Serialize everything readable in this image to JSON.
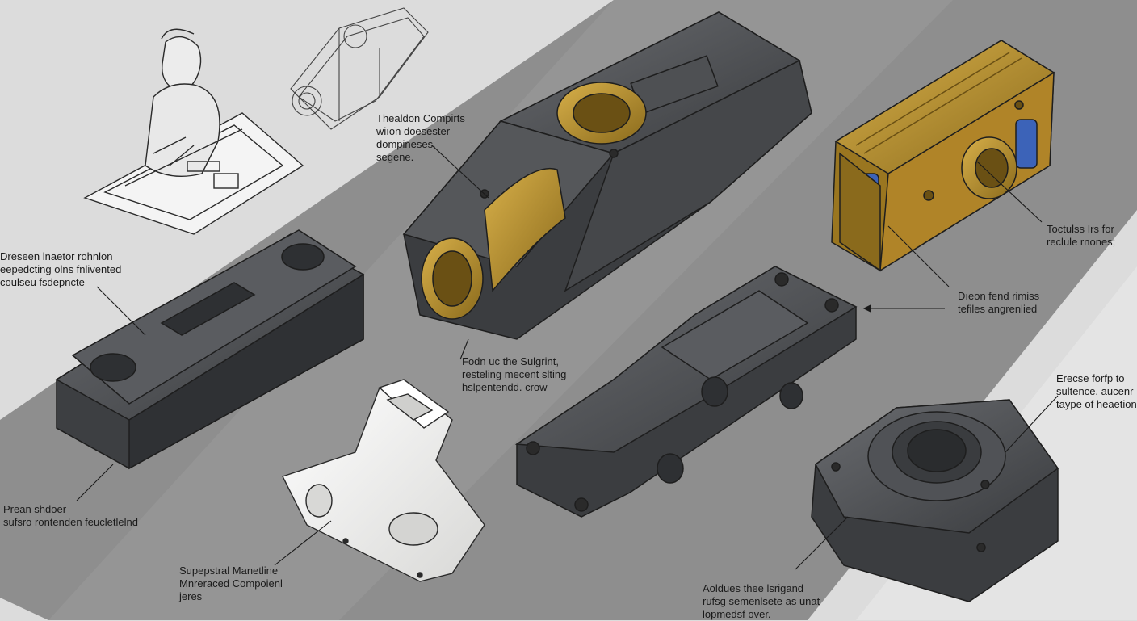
{
  "callouts": {
    "top_center": [
      "Thealdon Compirts",
      "wiıon doesester",
      "dompineses.",
      "segene."
    ],
    "left_upper": [
      "Dreseen lnaetor rohnlon",
      "eepedcting olns fnlivented",
      "coulseu fsdepncte"
    ],
    "right_top": [
      "Toctulss Irs for",
      "reclule rnones;"
    ],
    "right_mid": [
      "Dıeon fend rimiss",
      "tefiles angrenlied"
    ],
    "center_mid": [
      "Fodn uc the Sulgrint,",
      "resteling mecent slting",
      "hslpentendd. crow"
    ],
    "right_lower": [
      "Erecse forfp to",
      "sultence. aucenr",
      "taype of heaetion"
    ],
    "left_lower": [
      "Prean shdoer",
      "sufsro rontenden feucletlelnd"
    ],
    "bottom_center": [
      "Supepstral Manetline",
      "Mnreraced Compoienl",
      "jeres"
    ],
    "bottom_right": [
      "Aoldues thee lsrigand",
      "rufsg semenlsete as unat",
      "lopmedsf over."
    ]
  },
  "colors": {
    "background_light": "#dcdcdc",
    "background_band": "#8c8c8c",
    "part_dark": "#4d4f52",
    "part_brass": "#b8902a",
    "part_white": "#f2f2f0",
    "spring_blue": "#3c63b8"
  },
  "icons": [
    "engineer-sketch",
    "wireframe-part",
    "machined-block",
    "brass-bushing-housing",
    "brass-bracket",
    "hinge-bracket",
    "white-bracket",
    "flanged-base"
  ]
}
